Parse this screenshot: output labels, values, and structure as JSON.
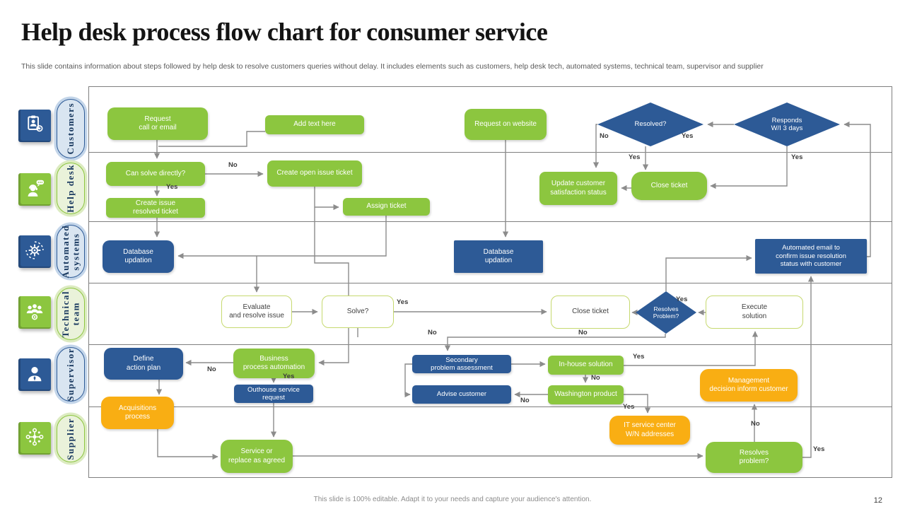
{
  "slide": {
    "title": "Help desk process flow chart for consumer service",
    "subtitle": "This slide contains information about steps followed by help desk to resolve customers queries without delay. It includes elements such as customers, help desk tech, automated systems, technical team, supervisor and supplier",
    "footer": "This slide is 100% editable.  Adapt it to your needs and capture your audience's attention.",
    "page_number": "12"
  },
  "colors": {
    "green": "#8CC63F",
    "blue": "#2D5A96",
    "orange": "#F9AE13",
    "connector": "#8C8C8C",
    "pill_blue_fill": "#D9E5F1",
    "pill_green_fill": "#EAF2DA"
  },
  "lanes": [
    {
      "label": "Customers",
      "icon": "customers-icon",
      "color": "blue"
    },
    {
      "label": "Help desk",
      "icon": "helpdesk-icon",
      "color": "green"
    },
    {
      "label": "Automated\nsystems",
      "icon": "automated-systems-icon",
      "color": "blue"
    },
    {
      "label": "Technical\nteam",
      "icon": "technical-team-icon",
      "color": "green"
    },
    {
      "label": "Supervisor",
      "icon": "supervisor-icon",
      "color": "blue"
    },
    {
      "label": "Supplier",
      "icon": "supplier-icon",
      "color": "green"
    }
  ],
  "nodes": {
    "request_call": "Request\ncall or email",
    "add_text": "Add text here",
    "request_website": "Request on website",
    "resolved": "Resolved?",
    "responds": "Responds\nW/I 3 days",
    "can_solve": "Can solve directly?",
    "create_open": "Create open issue ticket",
    "create_resolved": "Create issue\nresolved ticket",
    "assign_ticket": "Assign ticket",
    "update_customer": "Update customer\nsatisfaction status",
    "close_ticket_hd": "Close ticket",
    "db_updation_1": "Database\nupdation",
    "db_updation_2": "Database\nupdation",
    "automated_email": "Automated email to\nconfirm issue resolution\nstatus with customer",
    "evaluate": "Evaluate\nand resolve issue",
    "solve": "Solve?",
    "close_ticket_tt": "Close ticket",
    "resolves_problem": "Resolves\nProblem?",
    "execute": "Execute\nsolution",
    "define_action": "Define\naction plan",
    "business_process": "Business\nprocess automation",
    "outhouse": "Outhouse service request",
    "secondary": "Secondary\nproblem assessment",
    "advise": "Advise customer",
    "inhouse": "In-house solution",
    "washington": "Washington product",
    "management": "Management\ndecision inform customer",
    "acquisitions": "Acquisitions\nprocess",
    "it_service": "IT service center\nW/N addresses",
    "service_replace": "Service or\nreplace as agreed",
    "resolves_problem2": "Resolves\nproblem?"
  },
  "edge_labels": {
    "resolved_no": "No",
    "responds_yes_left": "Yes",
    "resolved_yes": "Yes",
    "responds_yes_down": "Yes",
    "can_solve_no": "No",
    "can_solve_yes": "Yes",
    "solve_yes": "Yes",
    "solve_no": "No",
    "close_no": "No",
    "resolves_yes": "Yes",
    "business_no": "No",
    "business_yes": "Yes",
    "inhouse_yes": "Yes",
    "inhouse_no": "No",
    "washington_no": "No",
    "washington_yes": "Yes",
    "resolves2_no": "No",
    "resolves2_yes": "Yes"
  }
}
